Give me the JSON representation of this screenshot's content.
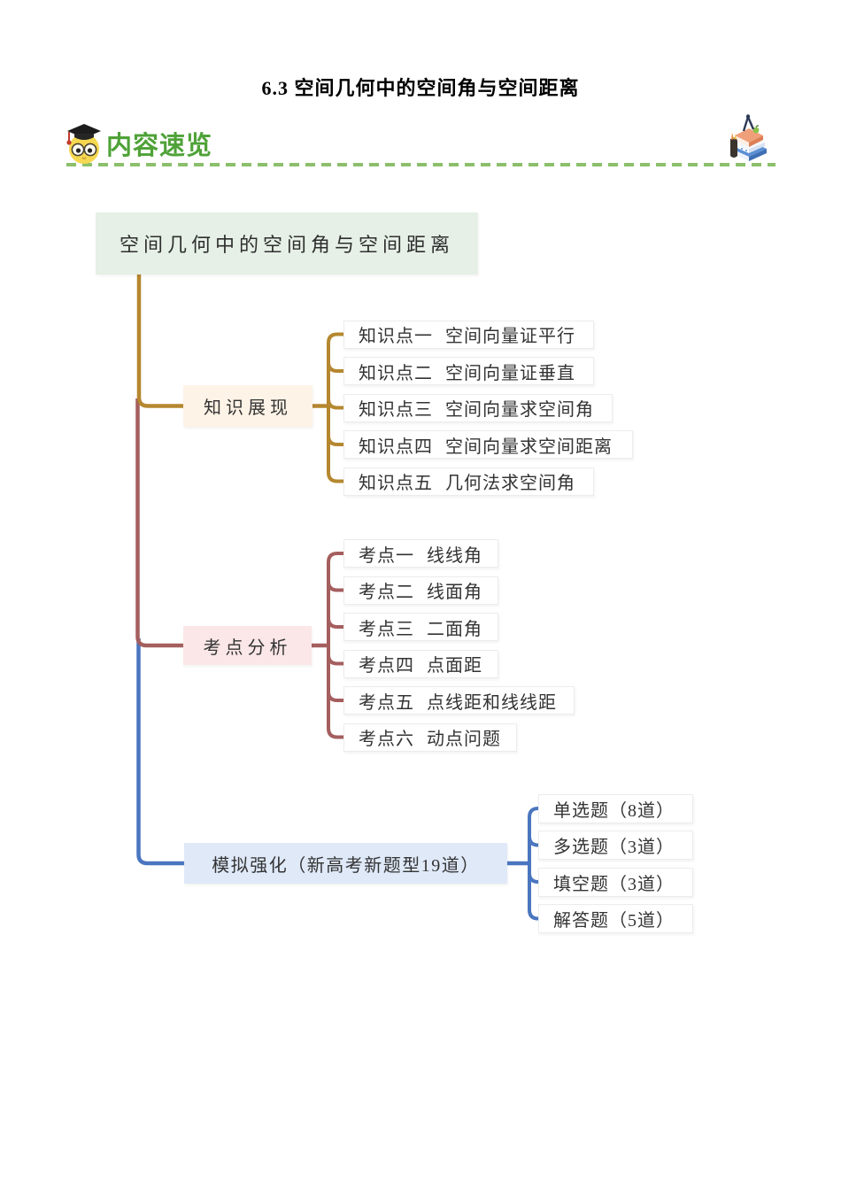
{
  "page": {
    "title": "6.3 空间几何中的空间角与空间距离"
  },
  "header": {
    "label": "内容速览",
    "accent_green": "#4fa238",
    "dash_color": "#8cbf6b",
    "icons": {
      "left": "owl-mascot-icon",
      "right": "books-stack-icon"
    }
  },
  "mindmap": {
    "root": {
      "label": "空间几何中的空间角与空间距离",
      "bg": "#e6f0e6"
    },
    "branches": [
      {
        "label": "知识展现",
        "bg": "#fdf3e6",
        "line_color": "#b5872f",
        "children": [
          "知识点一 空间向量证平行",
          "知识点二 空间向量证垂直",
          "知识点三 空间向量求空间角",
          "知识点四 空间向量求空间距离",
          "知识点五 几何法求空间角"
        ]
      },
      {
        "label": "考点分析",
        "bg": "#fbe7e7",
        "line_color": "#a55e5e",
        "children": [
          "考点一 线线角",
          "考点二 线面角",
          "考点三 二面角",
          "考点四 点面距",
          "考点五 点线距和线线距",
          "考点六 动点问题"
        ]
      },
      {
        "label": "模拟强化（新高考新题型19道）",
        "bg": "#dfe9f8",
        "line_color": "#4a76c0",
        "children": [
          "单选题（8道）",
          "多选题（3道）",
          "填空题（3道）",
          "解答题（5道）"
        ]
      }
    ]
  }
}
